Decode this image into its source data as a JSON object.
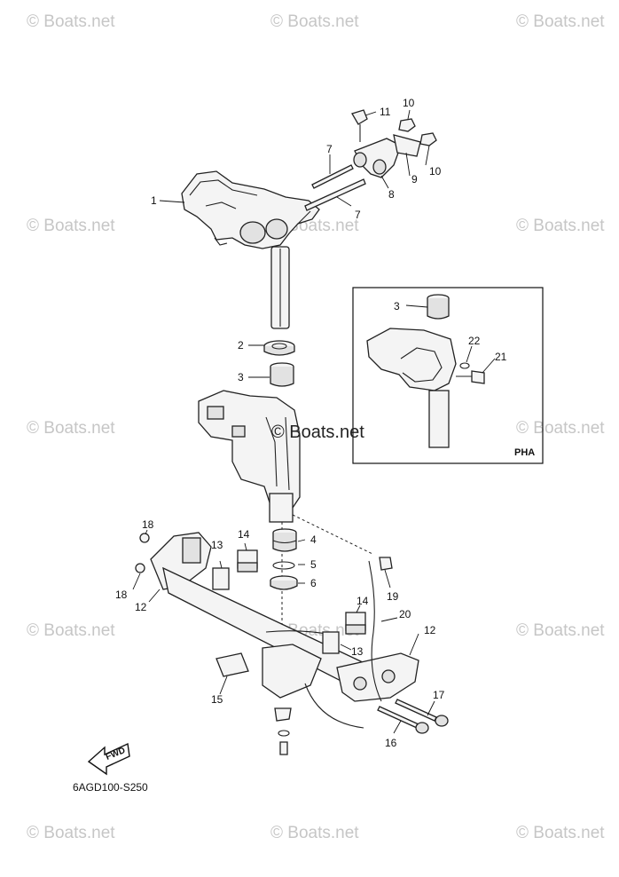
{
  "watermark": "© Boats.net",
  "center_watermark": "© Boats.net",
  "inset_tag": "PHA",
  "diagram_code": "6AGD100-S250",
  "fwd_label": "FWD",
  "callouts": {
    "c1": "1",
    "c2": "2",
    "c3a": "3",
    "c3b": "3",
    "c4": "4",
    "c5": "5",
    "c6": "6",
    "c7a": "7",
    "c7b": "7",
    "c8": "8",
    "c9": "9",
    "c10a": "10",
    "c10b": "10",
    "c11": "11",
    "c12a": "12",
    "c12b": "12",
    "c13a": "13",
    "c13b": "13",
    "c14a": "14",
    "c14b": "14",
    "c15": "15",
    "c16": "16",
    "c17": "17",
    "c18a": "18",
    "c18b": "18",
    "c19": "19",
    "c20": "20",
    "c21": "21",
    "c22": "22"
  }
}
